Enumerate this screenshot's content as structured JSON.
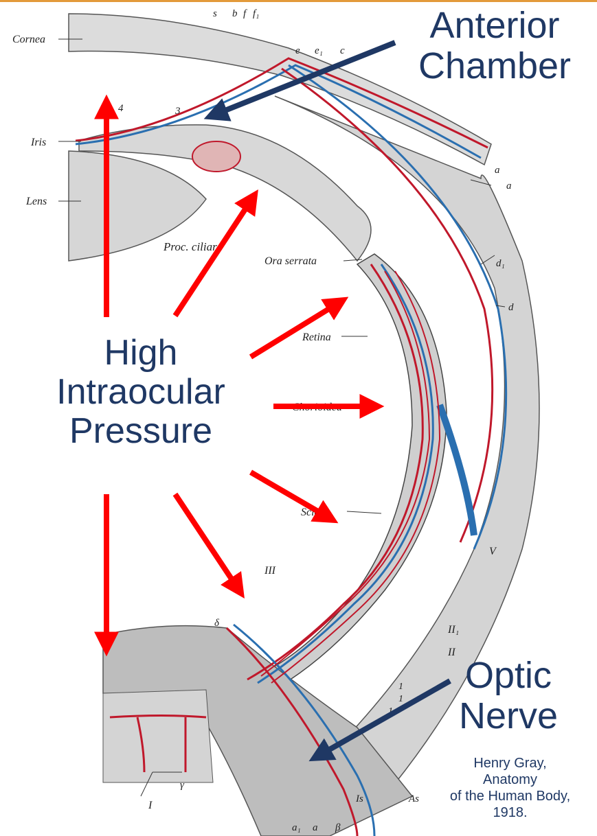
{
  "figure": {
    "anatomy_labels": {
      "cornea": "Cornea",
      "iris": "Iris",
      "lens": "Lens",
      "proc_ciliar": "Proc. ciliar.",
      "ora_serrata": "Ora serrata",
      "retina": "Retina",
      "choroidea": "Chorioidea",
      "sclera": "Sclera",
      "s": "s",
      "b": "b",
      "f": "f",
      "f1": "f₁",
      "e": "e",
      "e1": "e₁",
      "c": "c",
      "four": "4",
      "three": "3",
      "a_upper": "a",
      "a_lower": "a",
      "d1": "d₁",
      "d": "d",
      "v": "V",
      "iii": "III",
      "ii1": "II₁",
      "ii": "II",
      "delta": "δ",
      "one_a": "1",
      "one_b": "1",
      "one_c": "1",
      "i": "I",
      "gamma": "γ",
      "as": "As",
      "is": "Is",
      "beta": "β",
      "a_bottom": "a",
      "a1_bottom": "a₁"
    },
    "callouts": {
      "anterior_line1": "Anterior",
      "anterior_line2": "Chamber",
      "high_line1": "High",
      "high_line2": "Intraocular",
      "high_line3": "Pressure",
      "optic_line1": "Optic",
      "optic_line2": "Nerve"
    },
    "credit": {
      "line1": "Henry Gray,",
      "line2": "Anatomy",
      "line3": "of the Human Body,",
      "line4": "1918."
    },
    "colors": {
      "accent_bar": "#e39a3b",
      "callout_text": "#1f3864",
      "pressure_arrow": "#ff0000",
      "pointer_arrow": "#1f3864",
      "artery": "#c0182b",
      "vein": "#2a6fb0",
      "tissue": "#d9d9d9"
    }
  }
}
